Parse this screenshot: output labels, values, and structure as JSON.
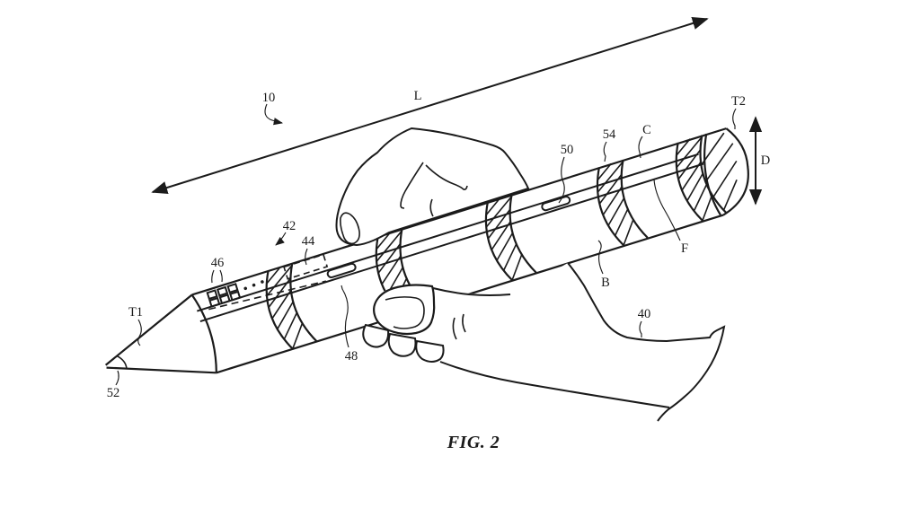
{
  "figure": {
    "caption": "FIG. 2",
    "background": "#ffffff",
    "ink": "#1b1b1b",
    "labels": {
      "device": "10",
      "length": "L",
      "diameter": "D",
      "tip_end": "T1",
      "rear_end": "T2",
      "hand": "40",
      "housing": "42",
      "region": "44",
      "contacts": "46",
      "front_slot": "48",
      "rear_slot": "50",
      "tip": "52",
      "band": "54",
      "surface_b": "B",
      "surface_c": "C",
      "surface_f": "F"
    }
  }
}
